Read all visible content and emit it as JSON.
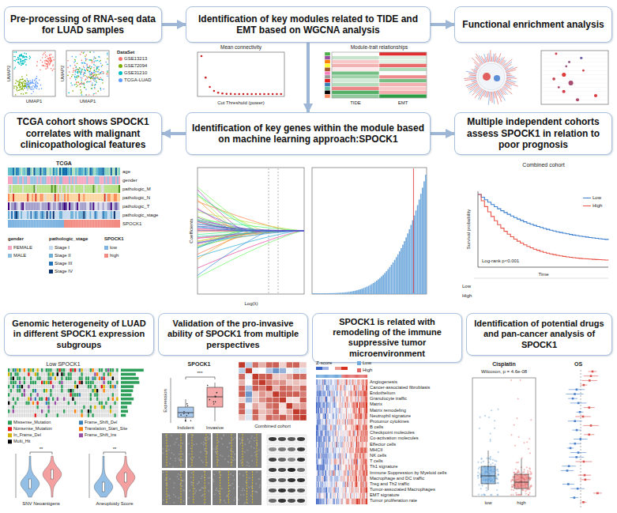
{
  "diagram": {
    "nodes": [
      {
        "text": [
          "Pre-processing of RNA-seq data for LUAD samples"
        ]
      },
      {
        "text": [
          "Identification of key modules related to TIDE and EMT based on WGCNA analysis"
        ]
      },
      {
        "text": [
          "Functional enrichment analysis"
        ]
      },
      {
        "text": [
          "TCGA cohort shows SPOCK1 correlates with malignant clinicopathological features"
        ]
      },
      {
        "text": [
          "Identification of key genes within the module based on machine learning approach:SPOCK1"
        ]
      },
      {
        "text": [
          "Multiple independent cohorts assess SPOCK1 in relation to poor prognosis"
        ]
      },
      {
        "text": [
          "Genomic heterogeneity of LUAD in different SPOCK1 expression subgroups"
        ]
      },
      {
        "text": [
          "Validation of the pro-invasive ability of SPOCK1 from multiple perspectives"
        ]
      },
      {
        "text": [
          "SPOCK1 is related with remodeling of the immune suppressive tumor microenvironment"
        ]
      },
      {
        "text": [
          "Identification of potential drugs and pan-cancer analysis of SPOCK1"
        ]
      }
    ],
    "edges": [
      {
        "from": 0,
        "to": 1,
        "arrow": "to"
      },
      {
        "from": 1,
        "to": 2,
        "arrow": "to"
      },
      {
        "from": 1,
        "to": 4,
        "arrow": "to"
      },
      {
        "from": 4,
        "to": 3,
        "arrow": "to"
      },
      {
        "from": 4,
        "to": 5,
        "arrow": "to"
      }
    ],
    "labels": [
      "UMAP2",
      "UMAP1",
      "UMAP2",
      "UMAP1",
      "DataSet",
      "Mean connectivity",
      "Cut Threshold (power)",
      "Module-trait relationships",
      "TIDE",
      "EMT",
      "TCGA",
      "age",
      "gender",
      "pathologic_M",
      "pathologic_N",
      "pathologic_T",
      "pathologic_stage",
      "SPOCK1",
      "gender",
      "pathologic_stage",
      "SPOCK1",
      "Coefficients",
      "Log(λ)",
      "Combined cohort",
      "Survival probability",
      "Time",
      "Log-rank p<0.001",
      "Low",
      "High",
      "Low SPOCK1",
      "SNV Neoantigens",
      "Aneuploidy Score",
      "**",
      "**",
      "SPOCK1",
      "Expression",
      "Indolent",
      "Invasive",
      "***",
      "Combined cohort",
      "Z-score",
      "Angiogenesis",
      "Cancer-associated fibroblasts",
      "Endothelium",
      "Granulocyte traffic",
      "Matrix",
      "Matrix remodeling",
      "Neutrophil signature",
      "Protumor cytokines",
      "B cells",
      "Checkpoint molecules",
      "Co-activation molecules",
      "Effector cells",
      "MHCII",
      "NK cells",
      "T cells",
      "Th1 signature",
      "Immune Suppression by Myeloid cells",
      "Macrophage and DC traffic",
      "Treg and Th2 traffic",
      "Tumor-associated Macrophages",
      "EMT signature",
      "Tumor proliferation rate",
      "Cisplatin",
      "Wilcoxon, p = 4.6e-08",
      "low",
      "high",
      "OS"
    ],
    "legend": [
      {
        "text": "GSE13213",
        "color": "#f8766d"
      },
      {
        "text": "GSE72094",
        "color": "#7cae00"
      },
      {
        "text": "GSE31210",
        "color": "#00bfc4"
      },
      {
        "text": "TCGA-LUAD",
        "color": "#619cff"
      },
      {
        "text": "FEMALE",
        "color": "#f4a6c0"
      },
      {
        "text": "MALE",
        "color": "#8fbfe0"
      },
      {
        "text": "Stage I",
        "color": "#c6dbef"
      },
      {
        "text": "Stage II",
        "color": "#6baed6"
      },
      {
        "text": "Stage III",
        "color": "#2171b5"
      },
      {
        "text": "Stage IV",
        "color": "#08306b"
      },
      {
        "text": "low",
        "color": "#7db3e0"
      },
      {
        "text": "high",
        "color": "#f28b82"
      },
      {
        "text": "Low"
      },
      {
        "text": "High"
      },
      {
        "text": "Missense_Mutation",
        "color": "#2e9e5b"
      },
      {
        "text": "Nonsense_Mutation",
        "color": "#e41a1c"
      },
      {
        "text": "In_Frame_Del",
        "color": "#d4b400"
      },
      {
        "text": "Frame_Shift_Del",
        "color": "#377eb8"
      },
      {
        "text": "Translation_Start_Site",
        "color": "#ff7f00"
      },
      {
        "text": "Frame_Shift_Ins",
        "color": "#984ea3"
      },
      {
        "text": "Multi_Hit",
        "color": "#000000"
      },
      {
        "text": "Low",
        "color": "#6fa8dc"
      },
      {
        "text": "High",
        "color": "#e06666"
      }
    ]
  }
}
